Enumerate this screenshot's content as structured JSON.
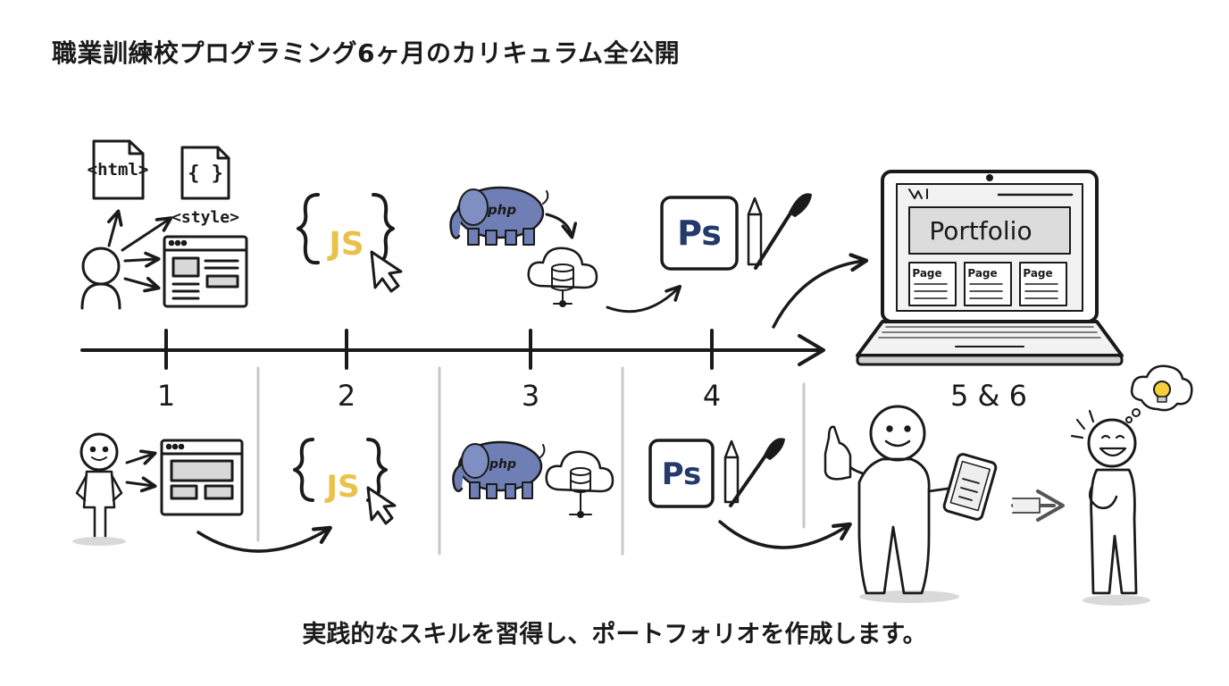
{
  "title": "職業訓練校プログラミング6ヶ月のカリキュラム全公開",
  "caption": "実践的なスキルを習得し、ポートフォリオを作成します。",
  "timeline": {
    "stages": [
      {
        "label": "1"
      },
      {
        "label": "2"
      },
      {
        "label": "3"
      },
      {
        "label": "4"
      },
      {
        "label": "5 & 6"
      }
    ]
  },
  "icons": {
    "html_tag": "<html>",
    "css_braces": "{ }",
    "style_tag": "<style>",
    "js_label": "JS",
    "php_label": "php",
    "ps_label": "Ps",
    "portfolio_title": "Portfolio",
    "page_card": "Page"
  },
  "colors": {
    "ink": "#1a1a1a",
    "js_yellow": "#e8c24a",
    "php_blue": "#6f7fb5",
    "ps_blue": "#243a6b",
    "screen_gray": "#dcdcdc",
    "bulb_yellow": "#f4cf3a"
  }
}
